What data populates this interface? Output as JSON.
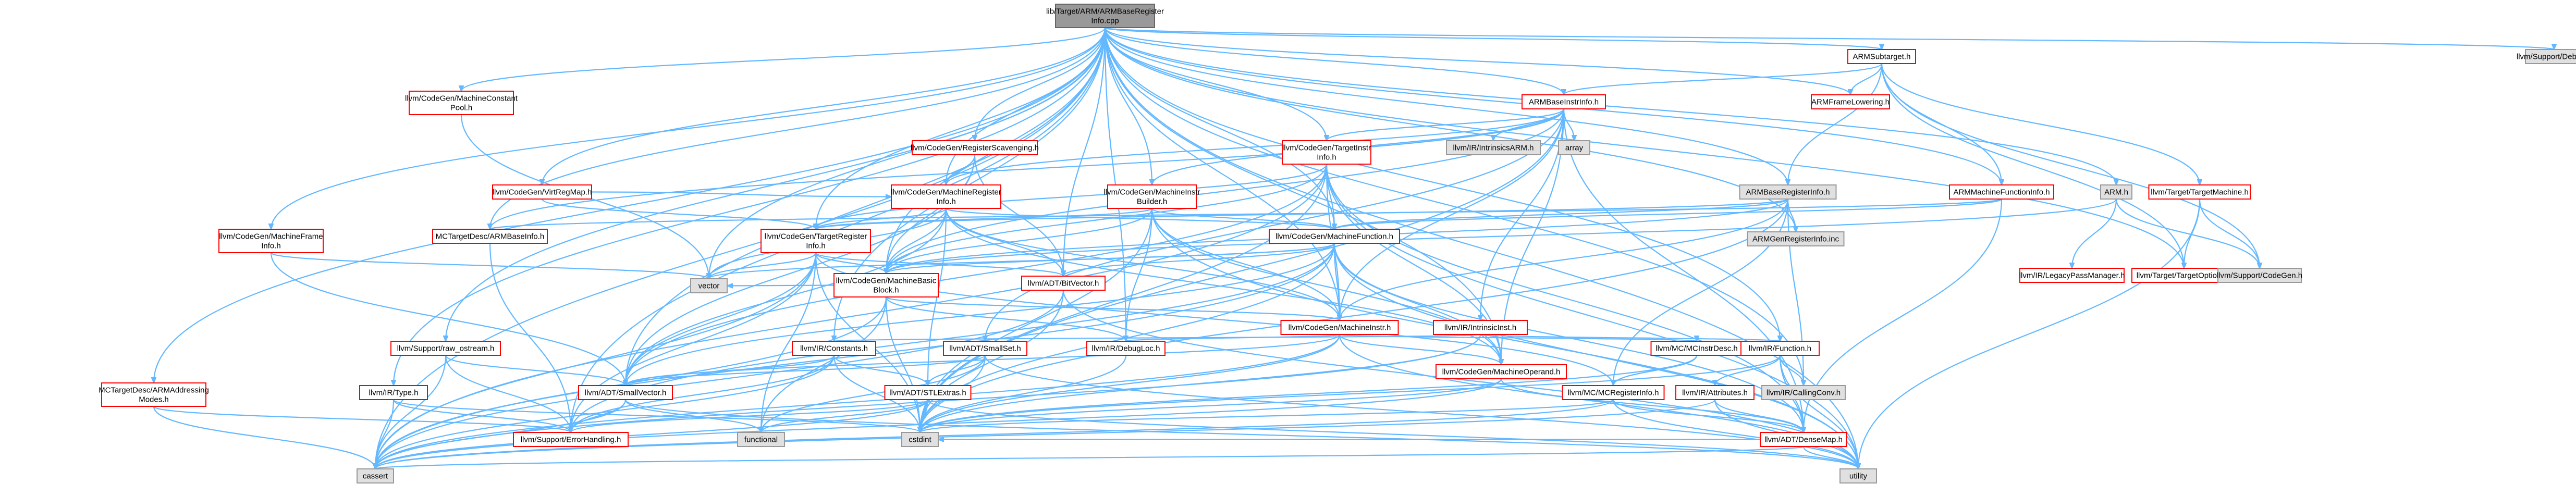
{
  "colors": {
    "edge": "#63b8ff",
    "root_fill": "#999999",
    "root_border": "#666666",
    "linked_border": "#ff0000",
    "plain_border": "#999999",
    "plain_fill": "#e0e0e0",
    "fill": "#ffffff"
  },
  "nodes": [
    {
      "id": "root",
      "kind": "root",
      "lines": [
        "lib/Target/ARM/ARMBaseRegister",
        "Info.cpp"
      ]
    },
    {
      "id": "subtarget",
      "kind": "linked",
      "lines": [
        "ARMSubtarget.h"
      ]
    },
    {
      "id": "debug",
      "kind": "plain",
      "lines": [
        "llvm/Support/Debug.h"
      ]
    },
    {
      "id": "baseinstr",
      "kind": "linked",
      "lines": [
        "ARMBaseInstrInfo.h"
      ]
    },
    {
      "id": "framelowering",
      "kind": "linked",
      "lines": [
        "ARMFrameLowering.h"
      ]
    },
    {
      "id": "constpool",
      "kind": "linked",
      "lines": [
        "llvm/CodeGen/MachineConstant",
        "Pool.h"
      ]
    },
    {
      "id": "regscav",
      "kind": "linked",
      "lines": [
        "llvm/CodeGen/RegisterScavenging.h"
      ]
    },
    {
      "id": "tii",
      "kind": "linked",
      "lines": [
        "llvm/CodeGen/TargetInstr",
        "Info.h"
      ]
    },
    {
      "id": "intrinsicsarm",
      "kind": "plain",
      "lines": [
        "llvm/IR/IntrinsicsARM.h"
      ]
    },
    {
      "id": "array",
      "kind": "plain",
      "lines": [
        "array"
      ]
    },
    {
      "id": "virtregmap",
      "kind": "linked",
      "lines": [
        "llvm/CodeGen/VirtRegMap.h"
      ]
    },
    {
      "id": "mri",
      "kind": "linked",
      "lines": [
        "llvm/CodeGen/MachineRegister",
        "Info.h"
      ]
    },
    {
      "id": "mib",
      "kind": "linked",
      "lines": [
        "llvm/CodeGen/MachineInstr",
        "Builder.h"
      ]
    },
    {
      "id": "baseregisterinfo",
      "kind": "plain",
      "lines": [
        "ARMBaseRegisterInfo.h"
      ]
    },
    {
      "id": "mfi",
      "kind": "linked",
      "lines": [
        "ARMMachineFunctionInfo.h"
      ]
    },
    {
      "id": "armh",
      "kind": "plain",
      "lines": [
        "ARM.h"
      ]
    },
    {
      "id": "targetmachine",
      "kind": "linked",
      "lines": [
        "llvm/Target/TargetMachine.h"
      ]
    },
    {
      "id": "mcarmbaseinfo",
      "kind": "linked",
      "lines": [
        "MCTargetDesc/ARMBaseInfo.h"
      ]
    },
    {
      "id": "tri",
      "kind": "linked",
      "lines": [
        "llvm/CodeGen/TargetRegister",
        "Info.h"
      ]
    },
    {
      "id": "mframeinfo",
      "kind": "linked",
      "lines": [
        "llvm/CodeGen/MachineFrame",
        "Info.h"
      ]
    },
    {
      "id": "mf",
      "kind": "linked",
      "lines": [
        "llvm/CodeGen/MachineFunction.h"
      ]
    },
    {
      "id": "genregisterinfo",
      "kind": "plain",
      "lines": [
        "ARMGenRegisterInfo.inc"
      ]
    },
    {
      "id": "legacypm",
      "kind": "linked",
      "lines": [
        "llvm/IR/LegacyPassManager.h"
      ]
    },
    {
      "id": "targetoptions",
      "kind": "linked",
      "lines": [
        "llvm/Target/TargetOptions.h"
      ]
    },
    {
      "id": "codegenh",
      "kind": "plain",
      "lines": [
        "llvm/Support/CodeGen.h"
      ]
    },
    {
      "id": "mbb",
      "kind": "linked",
      "lines": [
        "llvm/CodeGen/MachineBasic",
        "Block.h"
      ]
    },
    {
      "id": "bitvector",
      "kind": "linked",
      "lines": [
        "llvm/ADT/BitVector.h"
      ]
    },
    {
      "id": "vector",
      "kind": "plain",
      "lines": [
        "vector"
      ]
    },
    {
      "id": "mi",
      "kind": "linked",
      "lines": [
        "llvm/CodeGen/MachineInstr.h"
      ]
    },
    {
      "id": "intrinsicinst",
      "kind": "linked",
      "lines": [
        "llvm/IR/IntrinsicInst.h"
      ]
    },
    {
      "id": "rawostream",
      "kind": "linked",
      "lines": [
        "llvm/Support/raw_ostream.h"
      ]
    },
    {
      "id": "constants",
      "kind": "linked",
      "lines": [
        "llvm/IR/Constants.h"
      ]
    },
    {
      "id": "smallset",
      "kind": "linked",
      "lines": [
        "llvm/ADT/SmallSet.h"
      ]
    },
    {
      "id": "debugloc",
      "kind": "linked",
      "lines": [
        "llvm/IR/DebugLoc.h"
      ]
    },
    {
      "id": "mcinstrdesc",
      "kind": "linked",
      "lines": [
        "llvm/MC/MCInstrDesc.h"
      ]
    },
    {
      "id": "mo",
      "kind": "linked",
      "lines": [
        "llvm/CodeGen/MachineOperand.h"
      ]
    },
    {
      "id": "irfunction",
      "kind": "linked",
      "lines": [
        "llvm/IR/Function.h"
      ]
    },
    {
      "id": "mcaddrmodes",
      "kind": "linked",
      "lines": [
        "MCTargetDesc/ARMAddressing",
        "Modes.h"
      ]
    },
    {
      "id": "irtype",
      "kind": "linked",
      "lines": [
        "llvm/IR/Type.h"
      ]
    },
    {
      "id": "smallvector",
      "kind": "linked",
      "lines": [
        "llvm/ADT/SmallVector.h"
      ]
    },
    {
      "id": "stlextras",
      "kind": "linked",
      "lines": [
        "llvm/ADT/STLExtras.h"
      ]
    },
    {
      "id": "mcregisterinfo",
      "kind": "linked",
      "lines": [
        "llvm/MC/MCRegisterInfo.h"
      ]
    },
    {
      "id": "attributes",
      "kind": "linked",
      "lines": [
        "llvm/IR/Attributes.h"
      ]
    },
    {
      "id": "callingconv",
      "kind": "plain",
      "lines": [
        "llvm/IR/CallingConv.h"
      ]
    },
    {
      "id": "errorhandling",
      "kind": "linked",
      "lines": [
        "llvm/Support/ErrorHandling.h"
      ]
    },
    {
      "id": "functional",
      "kind": "plain",
      "lines": [
        "functional"
      ]
    },
    {
      "id": "cstdint",
      "kind": "plain",
      "lines": [
        "cstdint"
      ]
    },
    {
      "id": "densemap",
      "kind": "linked",
      "lines": [
        "llvm/ADT/DenseMap.h"
      ]
    },
    {
      "id": "cassert",
      "kind": "plain",
      "lines": [
        "cassert"
      ]
    },
    {
      "id": "utility",
      "kind": "plain",
      "lines": [
        "utility"
      ]
    }
  ],
  "edges": [
    [
      "root",
      "subtarget"
    ],
    [
      "root",
      "debug"
    ],
    [
      "root",
      "baseinstr"
    ],
    [
      "root",
      "framelowering"
    ],
    [
      "root",
      "constpool"
    ],
    [
      "root",
      "regscav"
    ],
    [
      "root",
      "tii"
    ],
    [
      "root",
      "virtregmap"
    ],
    [
      "root",
      "mib"
    ],
    [
      "root",
      "baseregisterinfo"
    ],
    [
      "root",
      "mfi"
    ],
    [
      "root",
      "armh"
    ],
    [
      "root",
      "mcarmbaseinfo"
    ],
    [
      "root",
      "mframeinfo"
    ],
    [
      "root",
      "mf"
    ],
    [
      "root",
      "genregisterinfo"
    ],
    [
      "root",
      "targetoptions"
    ],
    [
      "root",
      "mbb"
    ],
    [
      "root",
      "bitvector"
    ],
    [
      "root",
      "vector"
    ],
    [
      "root",
      "mi"
    ],
    [
      "root",
      "constants"
    ],
    [
      "root",
      "smallvector"
    ],
    [
      "root",
      "mcaddrmodes"
    ],
    [
      "root",
      "irtype"
    ],
    [
      "root",
      "irfunction"
    ],
    [
      "root",
      "callingconv"
    ],
    [
      "root",
      "rawostream"
    ],
    [
      "root",
      "errorhandling"
    ],
    [
      "root",
      "cassert"
    ],
    [
      "root",
      "utility"
    ],
    [
      "root",
      "debugloc"
    ],
    [
      "root",
      "mo"
    ],
    [
      "root",
      "tri"
    ],
    [
      "root",
      "mri"
    ],
    [
      "subtarget",
      "baseinstr"
    ],
    [
      "subtarget",
      "framelowering"
    ],
    [
      "subtarget",
      "baseregisterinfo"
    ],
    [
      "subtarget",
      "mfi"
    ],
    [
      "subtarget",
      "targetmachine"
    ],
    [
      "subtarget",
      "targetoptions"
    ],
    [
      "subtarget",
      "codegenh"
    ],
    [
      "baseinstr",
      "tii"
    ],
    [
      "baseinstr",
      "intrinsicsarm"
    ],
    [
      "baseinstr",
      "array"
    ],
    [
      "baseinstr",
      "mcarmbaseinfo"
    ],
    [
      "baseinstr",
      "mbb"
    ],
    [
      "baseinstr",
      "mi"
    ],
    [
      "baseinstr",
      "mib"
    ],
    [
      "baseinstr",
      "mo"
    ],
    [
      "baseinstr",
      "mri"
    ],
    [
      "baseinstr",
      "intrinsicinst"
    ],
    [
      "baseinstr",
      "smallset"
    ],
    [
      "baseinstr",
      "cstdint"
    ],
    [
      "baseinstr",
      "densemap"
    ],
    [
      "constpool",
      "vector"
    ],
    [
      "regscav",
      "mri"
    ],
    [
      "regscav",
      "mbb"
    ],
    [
      "regscav",
      "bitvector"
    ],
    [
      "regscav",
      "smallvector"
    ],
    [
      "tii",
      "mbb"
    ],
    [
      "tii",
      "mf"
    ],
    [
      "tii",
      "mi"
    ],
    [
      "tii",
      "mo"
    ],
    [
      "tii",
      "tri"
    ],
    [
      "tii",
      "densemap"
    ],
    [
      "tii",
      "cstdint"
    ],
    [
      "tii",
      "utility"
    ],
    [
      "tii",
      "smallvector"
    ],
    [
      "tii",
      "cassert"
    ],
    [
      "virtregmap",
      "tri"
    ],
    [
      "virtregmap",
      "mri"
    ],
    [
      "mri",
      "tri"
    ],
    [
      "mri",
      "mbb"
    ],
    [
      "mri",
      "mf"
    ],
    [
      "mri",
      "mo"
    ],
    [
      "mri",
      "bitvector"
    ],
    [
      "mri",
      "vector"
    ],
    [
      "mri",
      "smallvector"
    ],
    [
      "mri",
      "stlextras"
    ],
    [
      "mri",
      "mi"
    ],
    [
      "mib",
      "mf"
    ],
    [
      "mib",
      "mbb"
    ],
    [
      "mib",
      "mi"
    ],
    [
      "mib",
      "mo"
    ],
    [
      "mib",
      "tri"
    ],
    [
      "mib",
      "debugloc"
    ],
    [
      "mib",
      "cstdint"
    ],
    [
      "mib",
      "utility"
    ],
    [
      "baseregisterinfo",
      "genregisterinfo"
    ],
    [
      "baseregisterinfo",
      "tri"
    ],
    [
      "baseregisterinfo",
      "mf"
    ],
    [
      "baseregisterinfo",
      "mcregisterinfo"
    ],
    [
      "baseregisterinfo",
      "callingconv"
    ],
    [
      "baseregisterinfo",
      "cstdint"
    ],
    [
      "baseregisterinfo",
      "mbb"
    ],
    [
      "baseregisterinfo",
      "mi"
    ],
    [
      "mfi",
      "mf"
    ],
    [
      "mfi",
      "densemap"
    ],
    [
      "mfi",
      "mcarmbaseinfo"
    ],
    [
      "armh",
      "legacypm"
    ],
    [
      "armh",
      "codegenh"
    ],
    [
      "armh",
      "mbb"
    ],
    [
      "targetmachine",
      "targetoptions"
    ],
    [
      "targetmachine",
      "codegenh"
    ],
    [
      "targetmachine",
      "utility"
    ],
    [
      "mcarmbaseinfo",
      "errorhandling"
    ],
    [
      "tri",
      "mbb"
    ],
    [
      "tri",
      "vector"
    ],
    [
      "tri",
      "bitvector"
    ],
    [
      "tri",
      "smallvector"
    ],
    [
      "tri",
      "mcregisterinfo"
    ],
    [
      "tri",
      "functional"
    ],
    [
      "tri",
      "cassert"
    ],
    [
      "tri",
      "cstdint"
    ],
    [
      "tri",
      "errorhandling"
    ],
    [
      "mframeinfo",
      "vector"
    ],
    [
      "mframeinfo",
      "smallvector"
    ],
    [
      "mf",
      "mbb"
    ],
    [
      "mf",
      "bitvector"
    ],
    [
      "mf",
      "smallvector"
    ],
    [
      "mf",
      "densemap"
    ],
    [
      "mf",
      "vector"
    ],
    [
      "mf",
      "cassert"
    ],
    [
      "mf",
      "cstdint"
    ],
    [
      "mf",
      "utility"
    ],
    [
      "mf",
      "mi"
    ],
    [
      "mf",
      "mo"
    ],
    [
      "mf",
      "errorhandling"
    ],
    [
      "mbb",
      "mi"
    ],
    [
      "mbb",
      "vector"
    ],
    [
      "mbb",
      "debugloc"
    ],
    [
      "mbb",
      "functional"
    ],
    [
      "mbb",
      "cassert"
    ],
    [
      "mbb",
      "cstdint"
    ],
    [
      "bitvector",
      "utility"
    ],
    [
      "bitvector",
      "cstdint"
    ],
    [
      "bitvector",
      "cassert"
    ],
    [
      "mi",
      "mo"
    ],
    [
      "mi",
      "debugloc"
    ],
    [
      "mi",
      "mcinstrdesc"
    ],
    [
      "mi",
      "smallvector"
    ],
    [
      "mi",
      "cstdint"
    ],
    [
      "mi",
      "utility"
    ],
    [
      "mi",
      "cassert"
    ],
    [
      "intrinsicinst",
      "constants"
    ],
    [
      "intrinsicinst",
      "irfunction"
    ],
    [
      "intrinsicinst",
      "cassert"
    ],
    [
      "intrinsicinst",
      "cstdint"
    ],
    [
      "rawostream",
      "smallvector"
    ],
    [
      "rawostream",
      "errorhandling"
    ],
    [
      "rawostream",
      "cassert"
    ],
    [
      "constants",
      "smallvector"
    ],
    [
      "constants",
      "stlextras"
    ],
    [
      "constants",
      "cstdint"
    ],
    [
      "constants",
      "cassert"
    ],
    [
      "constants",
      "errorhandling"
    ],
    [
      "smallset",
      "smallvector"
    ],
    [
      "smallset",
      "stlextras"
    ],
    [
      "smallset",
      "functional"
    ],
    [
      "smallset",
      "cstdint"
    ],
    [
      "smallset",
      "utility"
    ],
    [
      "mcinstrdesc",
      "mcregisterinfo"
    ],
    [
      "mcinstrdesc",
      "cstdint"
    ],
    [
      "mo",
      "cassert"
    ],
    [
      "mo",
      "densemap"
    ],
    [
      "mo",
      "cstdint"
    ],
    [
      "irfunction",
      "attributes"
    ],
    [
      "irfunction",
      "callingconv"
    ],
    [
      "irfunction",
      "densemap"
    ],
    [
      "irfunction",
      "cstdint"
    ],
    [
      "irfunction",
      "utility"
    ],
    [
      "mcaddrmodes",
      "errorhandling"
    ],
    [
      "mcaddrmodes",
      "cassert"
    ],
    [
      "irtype",
      "errorhandling"
    ],
    [
      "irtype",
      "cassert"
    ],
    [
      "irtype",
      "cstdint"
    ],
    [
      "smallvector",
      "errorhandling"
    ],
    [
      "smallvector",
      "cassert"
    ],
    [
      "smallvector",
      "utility"
    ],
    [
      "smallvector",
      "functional"
    ],
    [
      "stlextras",
      "functional"
    ],
    [
      "stlextras",
      "cassert"
    ],
    [
      "stlextras",
      "cstdint"
    ],
    [
      "stlextras",
      "utility"
    ],
    [
      "stlextras",
      "errorhandling"
    ],
    [
      "mcregisterinfo",
      "densemap"
    ],
    [
      "mcregisterinfo",
      "cassert"
    ],
    [
      "mcregisterinfo",
      "cstdint"
    ],
    [
      "mcregisterinfo",
      "utility"
    ],
    [
      "attributes",
      "densemap"
    ],
    [
      "attributes",
      "cassert"
    ],
    [
      "attributes",
      "utility"
    ],
    [
      "debugloc",
      "cstdint"
    ],
    [
      "densemap",
      "utility"
    ],
    [
      "densemap",
      "cassert"
    ],
    [
      "densemap",
      "cstdint"
    ]
  ]
}
